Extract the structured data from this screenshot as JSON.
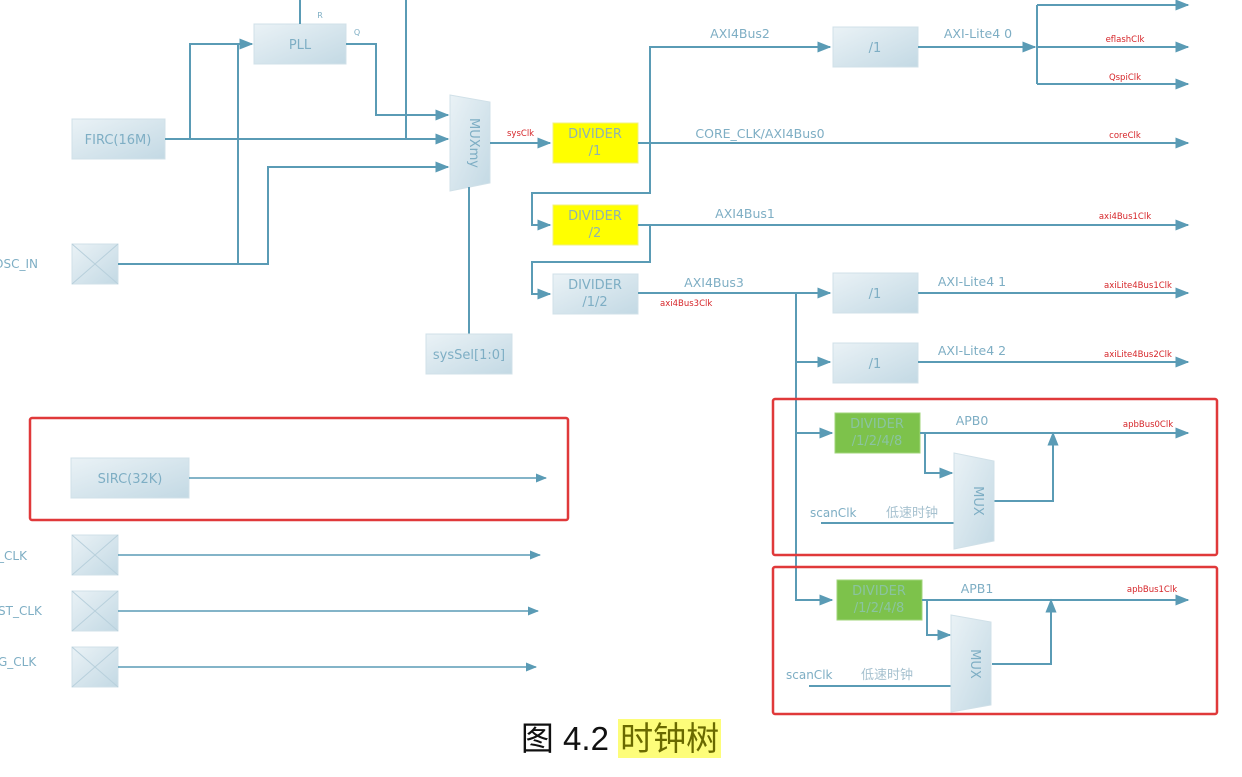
{
  "caption": {
    "prefix": "图 4.2",
    "highlight": "时钟树"
  },
  "sources": {
    "firc": "FIRC(16M)",
    "osc_in_label": "OSC_IN",
    "sirc": "SIRC(32K)",
    "ext_clk_labels": [
      "_CLK",
      "ST_CLK",
      "G_CLK"
    ]
  },
  "pll": {
    "label": "PLL",
    "pin_r": "R",
    "pin_q": "Q"
  },
  "sys_mux": {
    "label": "MUXmy",
    "select": "sysSel[1:0]",
    "output": "sysClk"
  },
  "dividers": {
    "div1": [
      "DIVIDER",
      "/1"
    ],
    "div2": [
      "DIVIDER",
      "/2"
    ],
    "div12": [
      "DIVIDER",
      "/1/2"
    ],
    "apb0": [
      "DIVIDER",
      "/1/2/4/8"
    ],
    "apb1": [
      "DIVIDER",
      "/1/2/4/8"
    ],
    "lite_div": "/1"
  },
  "buses": {
    "axi4bus2": "AXI4Bus2",
    "core": "CORE_CLK/AXI4Bus0",
    "axi4bus1": "AXI4Bus1",
    "axi4bus3": "AXI4Bus3",
    "axi4bus3_clk": "axi4Bus3Clk",
    "lite0": "AXI-Lite4 0",
    "lite1": "AXI-Lite4 1",
    "lite2": "AXI-Lite4 2",
    "apb0": "APB0",
    "apb1": "APB1"
  },
  "outputs": {
    "eflash": "eflashClk",
    "qspi": "QspiClk",
    "core": "coreClk",
    "axi4bus1": "axi4Bus1Clk",
    "lite1": "axiLite4Bus1Clk",
    "lite2": "axiLite4Bus2Clk",
    "apb0": "apbBus0Clk",
    "apb1": "apbBus1Clk"
  },
  "apb_mux": {
    "label": "MUX",
    "scan": "scanClk",
    "low_speed": "低速时钟"
  },
  "colors": {
    "wire": "#5a9bb5",
    "highlight_box": "#e0393a",
    "divider_yellow": "#ffff00",
    "divider_green": "#7dc24b",
    "output_label": "#d6262a"
  }
}
